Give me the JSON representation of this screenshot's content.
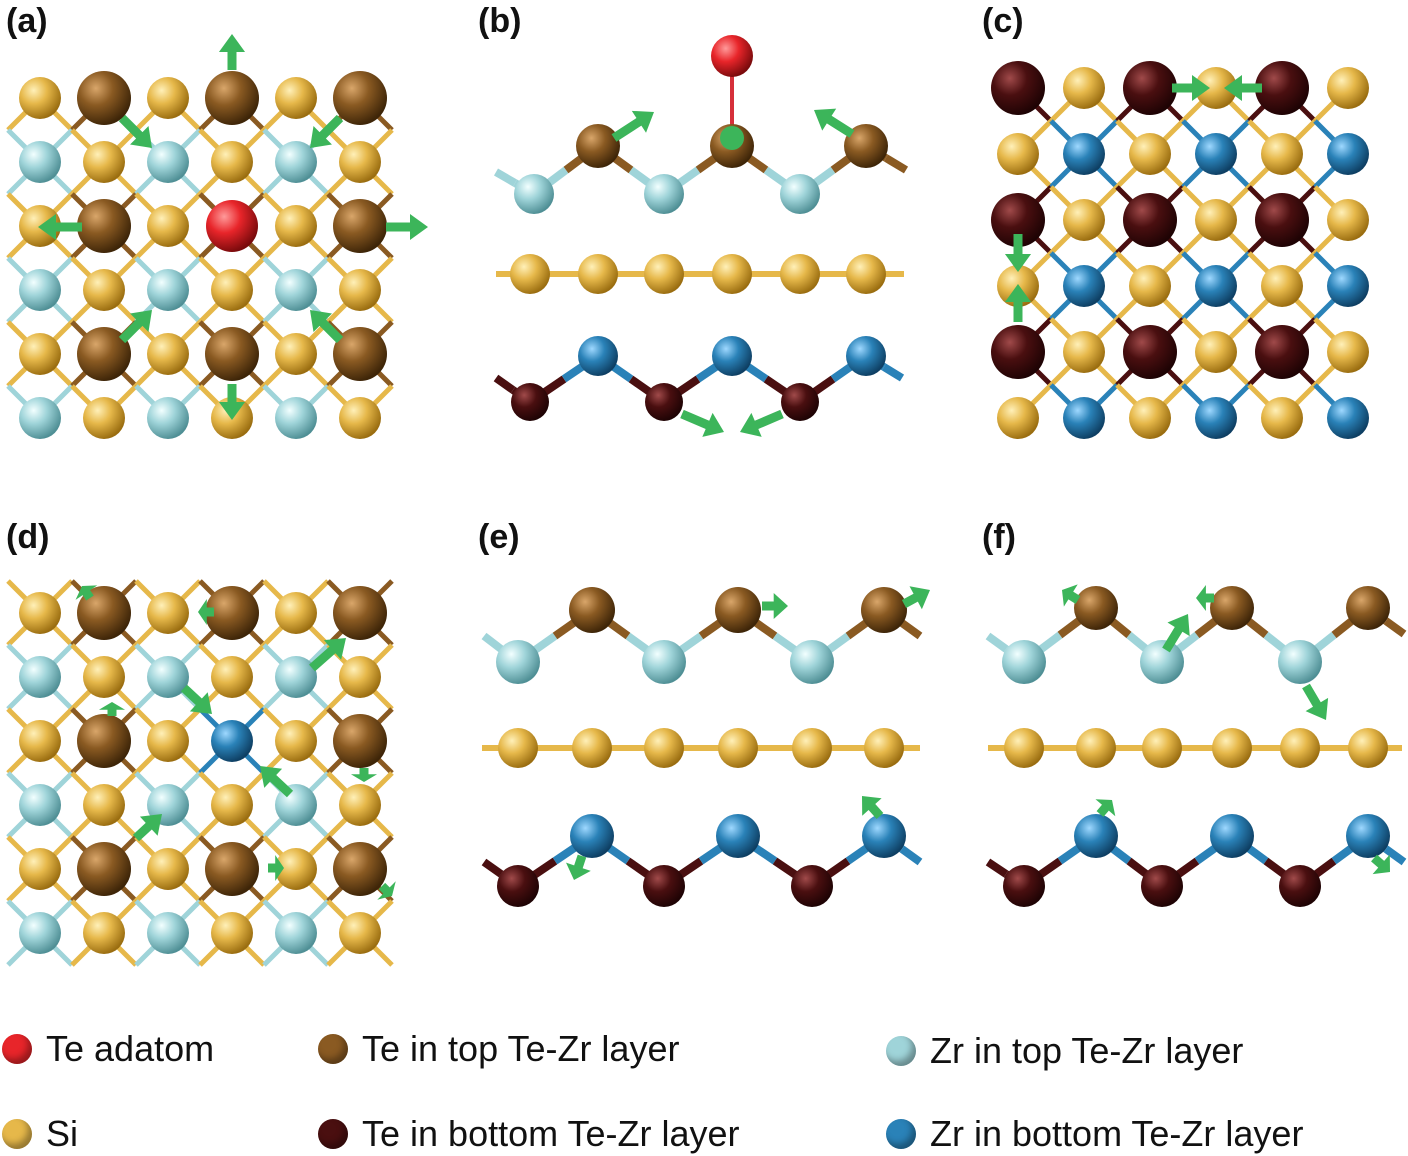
{
  "panels": [
    {
      "label": "(a)",
      "view": "top"
    },
    {
      "label": "(b)",
      "view": "side"
    },
    {
      "label": "(c)",
      "view": "top"
    },
    {
      "label": "(d)",
      "view": "top"
    },
    {
      "label": "(e)",
      "view": "side"
    },
    {
      "label": "(f)",
      "view": "side"
    }
  ],
  "species": {
    "te_adatom": {
      "label": "Te adatom",
      "color": "#e8252a"
    },
    "te_top": {
      "label": "Te in top Te-Zr layer",
      "color": "#8a5a22"
    },
    "zr_top": {
      "label": "Zr in top Te-Zr layer",
      "color": "#9fd4d9"
    },
    "si": {
      "label": "Si",
      "color": "#e6b84a"
    },
    "te_bottom": {
      "label": "Te in bottom Te-Zr layer",
      "color": "#4a0f10"
    },
    "zr_bottom": {
      "label": "Zr in bottom Te-Zr layer",
      "color": "#2a82b8"
    }
  },
  "arrow_color": "#3cb55a"
}
